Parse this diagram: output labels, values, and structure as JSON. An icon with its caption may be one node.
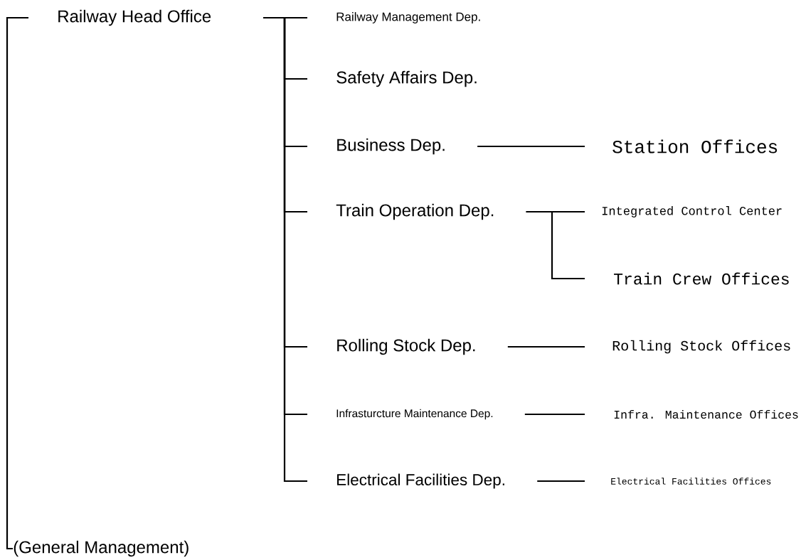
{
  "diagram": {
    "nodes": [
      {
        "text": [
          "Railway Head Office"
        ]
      },
      {
        "text": [
          "(General Management)"
        ]
      },
      {
        "text": [
          "Railway Management Dep."
        ]
      },
      {
        "text": [
          "Safety Affairs Dep."
        ]
      },
      {
        "text": [
          "Business Dep."
        ]
      },
      {
        "text": [
          "Train Operation Dep."
        ]
      },
      {
        "text": [
          "Rolling Stock Dep."
        ]
      },
      {
        "text": [
          "Infrasturcture Maintenance Dep."
        ]
      },
      {
        "text": [
          "Electrical Facilities Dep."
        ]
      },
      {
        "text": [
          "Station Offices"
        ]
      },
      {
        "text": [
          "Integrated Control Center"
        ]
      },
      {
        "text": [
          "Train Crew Offices"
        ]
      },
      {
        "text": [
          "Rolling Stock Offices"
        ]
      },
      {
        "text": [
          "Infra. Maintenance Offices"
        ]
      },
      {
        "text": [
          "Electrical Facilities Offices"
        ]
      }
    ],
    "edges": [
      {
        "from": 0,
        "to": 1,
        "arrow": "none"
      },
      {
        "from": 0,
        "to": 2,
        "arrow": "none"
      },
      {
        "from": 0,
        "to": 3,
        "arrow": "none"
      },
      {
        "from": 0,
        "to": 4,
        "arrow": "none"
      },
      {
        "from": 0,
        "to": 5,
        "arrow": "none"
      },
      {
        "from": 0,
        "to": 6,
        "arrow": "none"
      },
      {
        "from": 0,
        "to": 7,
        "arrow": "none"
      },
      {
        "from": 0,
        "to": 8,
        "arrow": "none"
      },
      {
        "from": 4,
        "to": 9,
        "arrow": "none"
      },
      {
        "from": 5,
        "to": 10,
        "arrow": "none"
      },
      {
        "from": 5,
        "to": 11,
        "arrow": "none"
      },
      {
        "from": 6,
        "to": 12,
        "arrow": "none"
      },
      {
        "from": 7,
        "to": 13,
        "arrow": "none"
      },
      {
        "from": 8,
        "to": 14,
        "arrow": "none"
      }
    ]
  }
}
